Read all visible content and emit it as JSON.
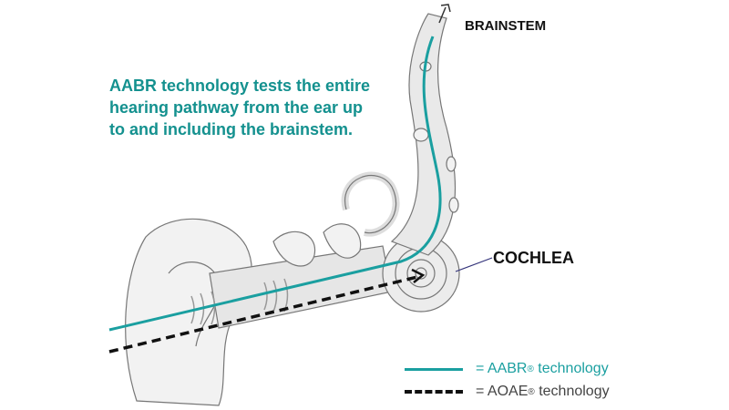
{
  "caption": "AABR technology tests the entire hearing pathway from the ear up to and including the brainstem.",
  "labels": {
    "brainstem": "BRAINSTEM",
    "cochlea": "COCHLEA"
  },
  "legend": [
    {
      "prefix": "= AABR",
      "mark": "®",
      "suffix": " technology",
      "style": "solid",
      "color": "#1a9fa0"
    },
    {
      "prefix": "= AOAE",
      "mark": "®",
      "suffix": " technology",
      "style": "dashed",
      "color": "#111111"
    }
  ]
}
